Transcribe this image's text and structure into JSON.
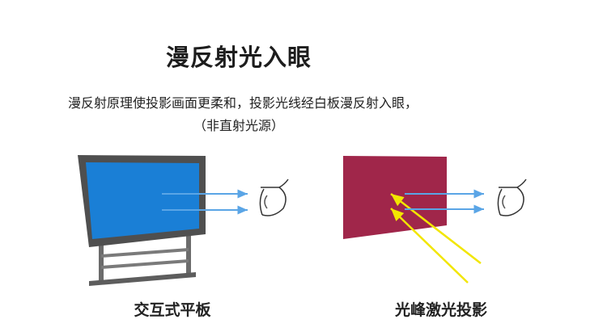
{
  "heading": {
    "title": "漫反射光入眼",
    "description_line1": "漫反射原理使投影画面更柔和，投影光线经白板漫反射入眼，",
    "description_line2": "（非直射光源）"
  },
  "panels": {
    "left": {
      "caption": "交互式平板",
      "screen_color": "#1a7fd6",
      "bezel_color": "#555555",
      "arrow_color": "#5aa5e6"
    },
    "right": {
      "caption": "光峰激光投影",
      "screen_color": "#a0264a",
      "arrow_color": "#5aa5e6",
      "incident_light_color": "#f2e600"
    }
  }
}
